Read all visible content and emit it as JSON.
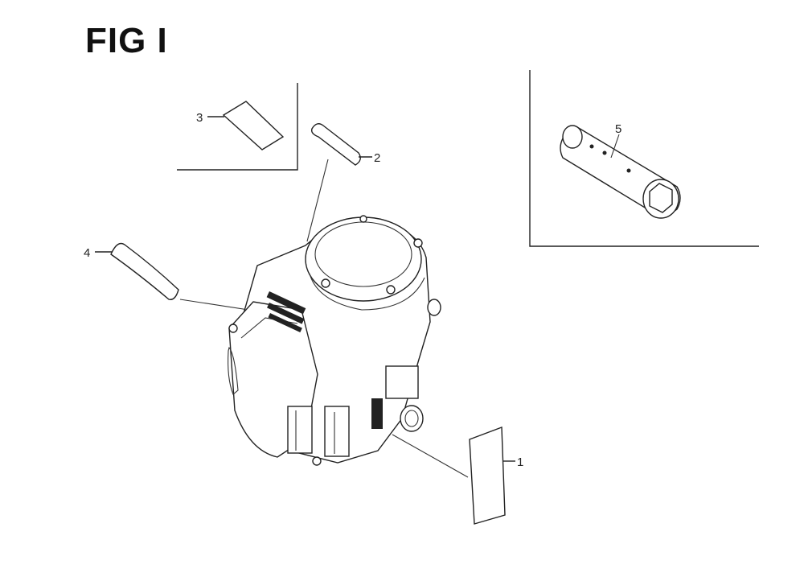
{
  "figure": {
    "title": "FIG I"
  },
  "callouts": {
    "c1": "1",
    "c2": "2",
    "c3": "3",
    "c4": "4",
    "c5": "5"
  }
}
